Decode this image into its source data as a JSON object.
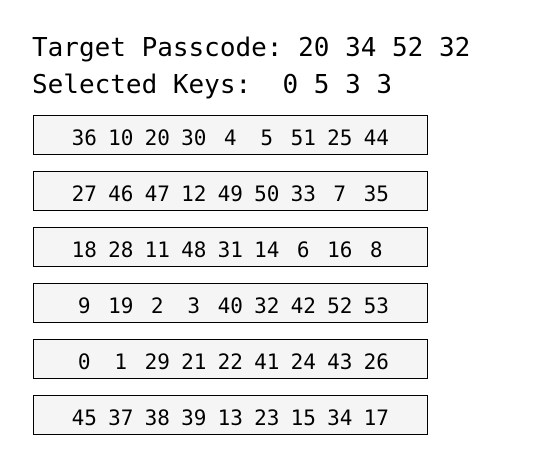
{
  "target": {
    "label": "Target Passcode:",
    "codes": "20 34 52 32"
  },
  "selected": {
    "label": "Selected Keys:",
    "keys": "0 5 3 3"
  },
  "keypad_rows": [
    [
      "36",
      "10",
      "20",
      "30",
      "4",
      "5",
      "51",
      "25",
      "44"
    ],
    [
      "27",
      "46",
      "47",
      "12",
      "49",
      "50",
      "33",
      "7",
      "35"
    ],
    [
      "18",
      "28",
      "11",
      "48",
      "31",
      "14",
      "6",
      "16",
      "8"
    ],
    [
      "9",
      "19",
      "2",
      "3",
      "40",
      "32",
      "42",
      "52",
      "53"
    ],
    [
      "0",
      "1",
      "29",
      "21",
      "22",
      "41",
      "24",
      "43",
      "26"
    ],
    [
      "45",
      "37",
      "38",
      "39",
      "13",
      "23",
      "15",
      "34",
      "17"
    ]
  ]
}
